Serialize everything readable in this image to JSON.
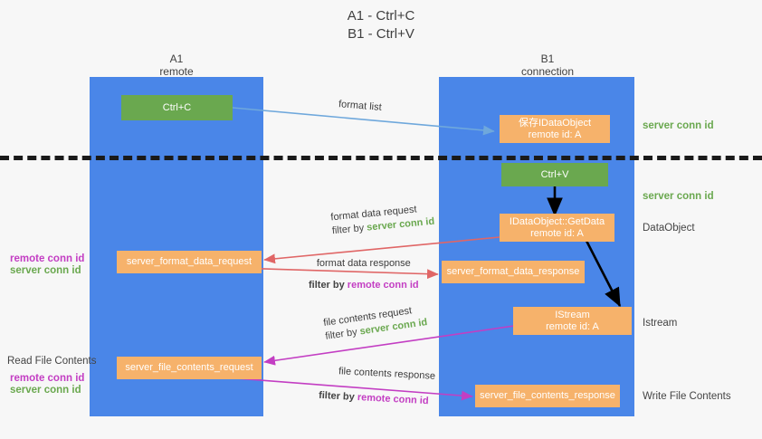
{
  "title": {
    "line1": "A1 - Ctrl+C",
    "line2": "B1 - Ctrl+V"
  },
  "columns": [
    {
      "name": "A1",
      "sub": "remote"
    },
    {
      "name": "B1",
      "sub": "connection"
    }
  ],
  "colors": {
    "lane": "#4a86e8",
    "green_box": "#6aa84f",
    "orange_box": "#f6b26b",
    "server_conn": "#6aa84f",
    "remote_conn": "#c33ec3",
    "divider": "#1a1a1a",
    "blue_arrow": "#6fa8dc",
    "red_arrow": "#e06666",
    "magenta_arrow": "#c33ec3",
    "black_arrow": "#000000",
    "background": "#f7f7f7"
  },
  "boxes": {
    "ctrl_c": {
      "line1": "Ctrl+C",
      "line2": ""
    },
    "save_dataobject": {
      "line1": "保存IDataObject",
      "line2": "remote id: A"
    },
    "ctrl_v": {
      "line1": "Ctrl+V",
      "line2": ""
    },
    "getdata": {
      "line1": "IDataObject::GetData",
      "line2": "remote id: A"
    },
    "server_format_data_request": {
      "line1": "server_format_data_request",
      "line2": ""
    },
    "server_format_data_response": {
      "line1": "server_format_data_response",
      "line2": ""
    },
    "istream": {
      "line1": "IStream",
      "line2": "remote id: A"
    },
    "server_file_contents_request": {
      "line1": "server_file_contents_request",
      "line2": ""
    },
    "server_file_contents_response": {
      "line1": "server_file_contents_response",
      "line2": ""
    }
  },
  "edge_labels": {
    "format_list": "format list",
    "format_data_request": "format data request",
    "format_data_request_filter_prefix": "filter by ",
    "format_data_request_filter_value": "server conn id",
    "format_data_response": "format data response",
    "format_data_response_filter_prefix": "filter by ",
    "format_data_response_filter_value": "remote conn id",
    "file_contents_request": "file contents request",
    "file_contents_request_filter_prefix": "filter by ",
    "file_contents_request_filter_value": "server conn id",
    "file_contents_response": "file contents response",
    "file_contents_response_filter_prefix": "filter by ",
    "file_contents_response_filter_value": "remote conn id"
  },
  "right_labels": {
    "server_conn_id_top": "server conn id",
    "server_conn_id_mid": "server conn id",
    "dataobject": "DataObject",
    "istream": "Istream",
    "write_file_contents": "Write File Contents"
  },
  "left_labels": {
    "remote_conn_id_1": "remote conn id",
    "server_conn_id_1": "server conn id",
    "read_file_contents": "Read File Contents",
    "remote_conn_id_2": "remote conn id",
    "server_conn_id_2": "server conn id"
  }
}
